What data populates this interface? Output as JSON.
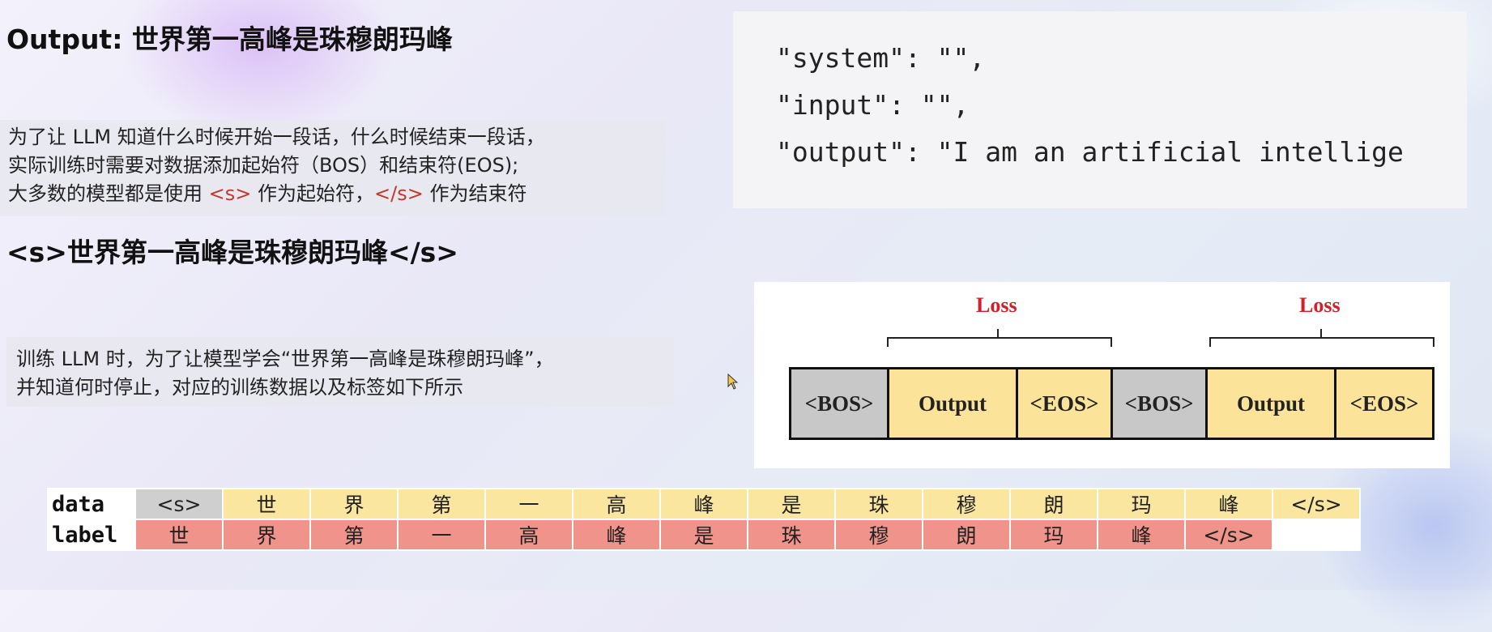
{
  "output_heading": "Output: 世界第一高峰是珠穆朗玛峰",
  "note_1": {
    "line_1": "为了让 LLM 知道什么时候开始一段话，什么时候结束一段话，",
    "line_2": "实际训练时需要对数据添加起始符（BOS）和结束符(EOS);",
    "line_3_prefix": "大多数的模型都是使用 ",
    "line_3_bos": "<s>",
    "line_3_middle": " 作为起始符，",
    "line_3_eos": "</s>",
    "line_3_suffix": " 作为结束符"
  },
  "bos_eos_heading": "<s>世界第一高峰是珠穆朗玛峰</s>",
  "note_2": {
    "line_1": "训练 LLM 时，为了让模型学会“世界第一高峰是珠穆朗玛峰”，",
    "line_2": "并知道何时停止，对应的训练数据以及标签如下所示"
  },
  "json_example": {
    "line_1": "\"system\": \"\",",
    "line_2": "\"input\": \"\",",
    "line_3": "\"output\": \"I am an artificial intellige"
  },
  "loss_diagram": {
    "loss_label_1": "Loss",
    "loss_label_2": "Loss",
    "cells": [
      "<BOS>",
      "Output",
      "<EOS>",
      "<BOS>",
      "Output",
      "<EOS>"
    ],
    "colors": {
      "bos": "#c8c8c8",
      "output": "#fbe49a",
      "loss": "#d0202a"
    }
  },
  "token_table": {
    "data_label": "data",
    "label_label": "label",
    "data_tokens": [
      "<s>",
      "世",
      "界",
      "第",
      "一",
      "高",
      "峰",
      "是",
      "珠",
      "穆",
      "朗",
      "玛",
      "峰",
      "</s>"
    ],
    "label_tokens": [
      "世",
      "界",
      "第",
      "一",
      "高",
      "峰",
      "是",
      "珠",
      "穆",
      "朗",
      "玛",
      "峰",
      "</s>",
      ""
    ],
    "colors": {
      "data_bos": "#cfcfcf",
      "data": "#fbe6a0",
      "label": "#f0938a"
    }
  },
  "cursor_icon": "mouse-pointer-icon"
}
